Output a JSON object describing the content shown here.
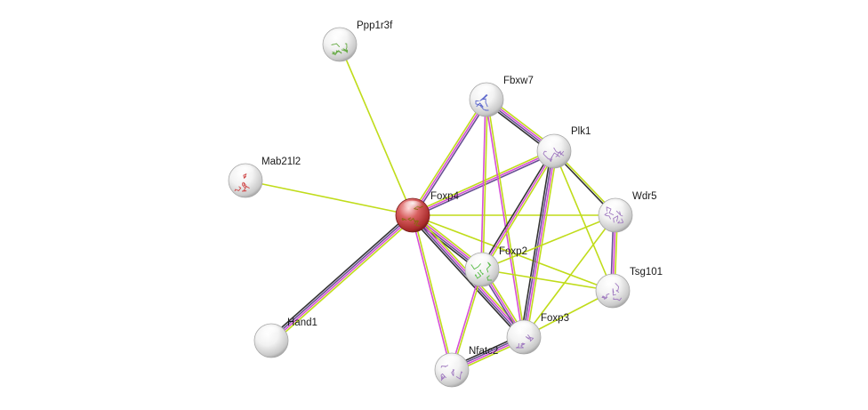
{
  "network": {
    "nodes": [
      {
        "id": "foxp4",
        "label": "Foxp4",
        "query": true,
        "glyph": "#8a6a10"
      },
      {
        "id": "ppp1r3f",
        "label": "Ppp1r3f",
        "query": false,
        "glyph": "#66aa44"
      },
      {
        "id": "fbxw7",
        "label": "Fbxw7",
        "query": false,
        "glyph": "#5b66cc"
      },
      {
        "id": "plk1",
        "label": "Plk1",
        "query": false,
        "glyph": "#a07ac0"
      },
      {
        "id": "mab21l2",
        "label": "Mab21l2",
        "query": false,
        "glyph": "#d04848"
      },
      {
        "id": "wdr5",
        "label": "Wdr5",
        "query": false,
        "glyph": "#a07ac0"
      },
      {
        "id": "foxp2",
        "label": "Foxp2",
        "query": false,
        "glyph": "#55bb44"
      },
      {
        "id": "tsg101",
        "label": "Tsg101",
        "query": false,
        "glyph": "#a07ac0"
      },
      {
        "id": "hand1",
        "label": "Hand1",
        "query": false,
        "glyph": ""
      },
      {
        "id": "foxp3",
        "label": "Foxp3",
        "query": false,
        "glyph": "#a07ac0"
      },
      {
        "id": "nfatc2",
        "label": "Nfatc2",
        "query": false,
        "glyph": "#a07ac0"
      }
    ],
    "edges": [
      {
        "source": "foxp4",
        "target": "ppp1r3f",
        "evidence": [
          "textmining"
        ]
      },
      {
        "source": "foxp4",
        "target": "mab21l2",
        "evidence": [
          "textmining"
        ]
      },
      {
        "source": "foxp4",
        "target": "fbxw7",
        "evidence": [
          "textmining",
          "database",
          "experiments"
        ]
      },
      {
        "source": "foxp4",
        "target": "plk1",
        "evidence": [
          "textmining",
          "database",
          "experiments"
        ]
      },
      {
        "source": "foxp4",
        "target": "wdr5",
        "evidence": [
          "textmining"
        ]
      },
      {
        "source": "foxp4",
        "target": "hand1",
        "evidence": [
          "textmining",
          "database",
          "experiments",
          "coexpression"
        ]
      },
      {
        "source": "foxp4",
        "target": "foxp2",
        "evidence": [
          "textmining",
          "database",
          "experiments",
          "coexpression"
        ]
      },
      {
        "source": "foxp4",
        "target": "tsg101",
        "evidence": [
          "textmining"
        ]
      },
      {
        "source": "foxp4",
        "target": "foxp3",
        "evidence": [
          "textmining",
          "database",
          "experiments",
          "coexpression"
        ]
      },
      {
        "source": "foxp4",
        "target": "nfatc2",
        "evidence": [
          "textmining",
          "database"
        ]
      },
      {
        "source": "fbxw7",
        "target": "plk1",
        "evidence": [
          "textmining",
          "database",
          "experiments",
          "coexpression"
        ]
      },
      {
        "source": "fbxw7",
        "target": "foxp2",
        "evidence": [
          "textmining",
          "database"
        ]
      },
      {
        "source": "fbxw7",
        "target": "foxp3",
        "evidence": [
          "textmining",
          "database"
        ]
      },
      {
        "source": "plk1",
        "target": "wdr5",
        "evidence": [
          "textmining",
          "coexpression"
        ]
      },
      {
        "source": "plk1",
        "target": "foxp2",
        "evidence": [
          "textmining",
          "database",
          "coexpression"
        ]
      },
      {
        "source": "plk1",
        "target": "tsg101",
        "evidence": [
          "textmining"
        ]
      },
      {
        "source": "plk1",
        "target": "foxp3",
        "evidence": [
          "textmining",
          "database",
          "experiments",
          "coexpression"
        ]
      },
      {
        "source": "wdr5",
        "target": "tsg101",
        "evidence": [
          "textmining",
          "database",
          "experiments"
        ]
      },
      {
        "source": "wdr5",
        "target": "foxp2",
        "evidence": [
          "textmining"
        ]
      },
      {
        "source": "wdr5",
        "target": "foxp3",
        "evidence": [
          "textmining"
        ]
      },
      {
        "source": "foxp2",
        "target": "tsg101",
        "evidence": [
          "textmining"
        ]
      },
      {
        "source": "foxp2",
        "target": "foxp3",
        "evidence": [
          "textmining",
          "database",
          "experiments"
        ]
      },
      {
        "source": "foxp2",
        "target": "nfatc2",
        "evidence": [
          "textmining",
          "database"
        ]
      },
      {
        "source": "tsg101",
        "target": "foxp3",
        "evidence": [
          "textmining"
        ]
      },
      {
        "source": "foxp3",
        "target": "nfatc2",
        "evidence": [
          "textmining",
          "database",
          "experiments",
          "coexpression"
        ]
      }
    ]
  },
  "colors": {
    "textmining": "#c0dc1a",
    "database": "#d64fd6",
    "experiments": "#6a4f95",
    "coexpression": "#333333",
    "query_node": "#c53a3a",
    "node_default": "#e8e8e8"
  }
}
